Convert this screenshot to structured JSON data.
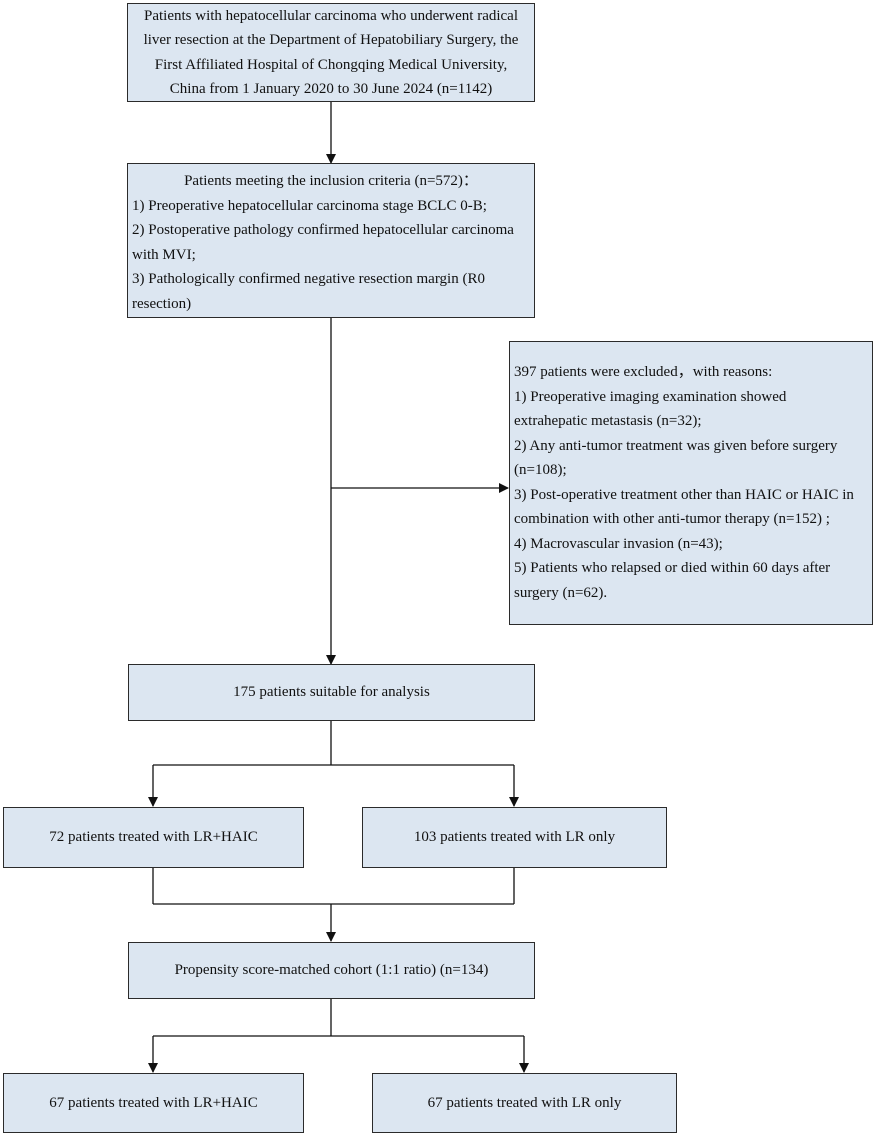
{
  "boxes": {
    "source": {
      "lines": [
        "Patients with hepatocellular carcinoma who underwent radical",
        "liver resection at the Department of Hepatobiliary Surgery, the",
        "First Affiliated Hospital of Chongqing Medical University,",
        "China from 1 January 2020 to 30 June 2024 (n=1142)"
      ]
    },
    "inclusion": {
      "lines": [
        "Patients meeting the inclusion criteria (n=572)：",
        "1) Preoperative hepatocellular carcinoma stage BCLC 0-B;",
        "2) Postoperative pathology confirmed hepatocellular carcinoma",
        "with MVI;",
        "3) Pathologically confirmed negative resection margin (R0",
        "resection)"
      ]
    },
    "exclusion": {
      "lines": [
        "397 patients were excluded，with reasons:",
        "1) Preoperative imaging examination showed",
        "extrahepatic metastasis (n=32);",
        "2) Any anti-tumor treatment was given before surgery",
        "(n=108);",
        "3) Post-operative treatment other than HAIC or HAIC in",
        "combination with other anti-tumor therapy (n=152) ;",
        "4) Macrovascular invasion (n=43);",
        "5) Patients who relapsed or died within 60 days after",
        "surgery (n=62)."
      ]
    },
    "analysis": {
      "text": "175 patients suitable for analysis"
    },
    "lr_haic": {
      "text": "72 patients treated with LR+HAIC"
    },
    "lr_only": {
      "text": "103 patients treated with LR only"
    },
    "psm": {
      "text": "Propensity score-matched cohort (1:1 ratio) (n=134)"
    },
    "psm_lr_haic": {
      "text": "67 patients treated with LR+HAIC"
    },
    "psm_lr_only": {
      "text": "67 patients treated with LR only"
    }
  },
  "colors": {
    "box_fill": "#dce6f1",
    "box_border": "#2b2b2b",
    "arrow": "#111111"
  }
}
